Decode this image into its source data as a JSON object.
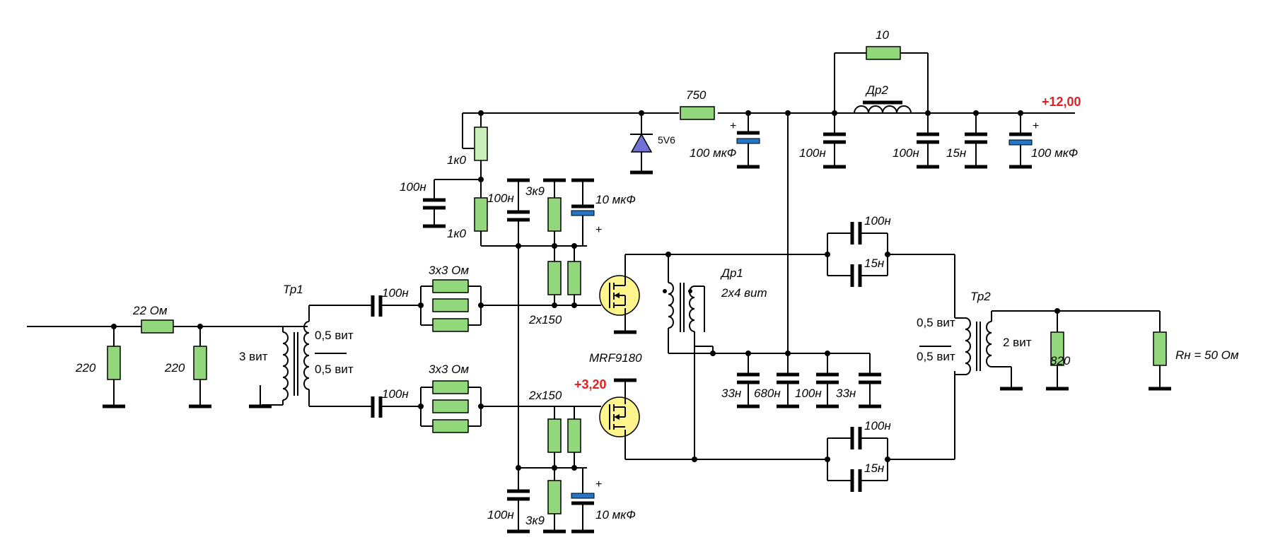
{
  "colors": {
    "resistor": "#92d77b",
    "electrolytic": "#2277cc",
    "transistor": "#fff58c",
    "zener": "#7070d8",
    "voltage_text": "#e02020"
  },
  "labels": {
    "r_in_series": "22 Ом",
    "r_in_shunt_left": "220",
    "r_in_shunt_right": "220",
    "tr1_name": "Тр1",
    "tr1_primary": "3 вит",
    "tr1_sec_top": "0,5 вит",
    "tr1_sec_bottom": "0,5 вит",
    "c_in_top": "100н",
    "c_in_bottom": "100н",
    "r_par_top": "3х3 Ом",
    "r_par_bottom": "3х3 Ом",
    "r_2x150_top": "2х150",
    "r_2x150_bottom": "2х150",
    "pot": "1к0",
    "r_1k0": "1к0",
    "c_100n_bias": "100н",
    "c_100n_top_mid": "100н",
    "r_3k9_top": "3к9",
    "c_10u_top": "10 мкФ",
    "c_100n_bottom_mid": "100н",
    "r_3k9_bottom": "3к9",
    "c_10u_bottom": "10 мкФ",
    "r_750": "750",
    "zener": "5V6",
    "c_100u_left": "100 мкФ",
    "r_10": "10",
    "dr2": "Др2",
    "c_100n_supply_a": "100н",
    "c_100n_supply_b": "100н",
    "c_15n_supply": "15н",
    "c_100u_right": "100 мкФ",
    "supply_voltage": "+12,00",
    "gate_voltage": "+3,20",
    "transistor": "MRF9180",
    "dr1_name": "Др1",
    "dr1_turns": "2х4 вит",
    "c_33n_a": "33н",
    "c_680n": "680н",
    "c_100n_dr1": "100н",
    "c_33n_b": "33н",
    "c_out_top_a": "100н",
    "c_out_top_b": "15н",
    "c_out_bottom_a": "100н",
    "c_out_bottom_b": "15н",
    "tr2_name": "Тр2",
    "tr2_pri_top": "0,5 вит",
    "tr2_pri_bottom": "0,5 вит",
    "tr2_secondary": "2 вит",
    "r_820": "820",
    "r_load": "Rн = 50 Ом"
  }
}
